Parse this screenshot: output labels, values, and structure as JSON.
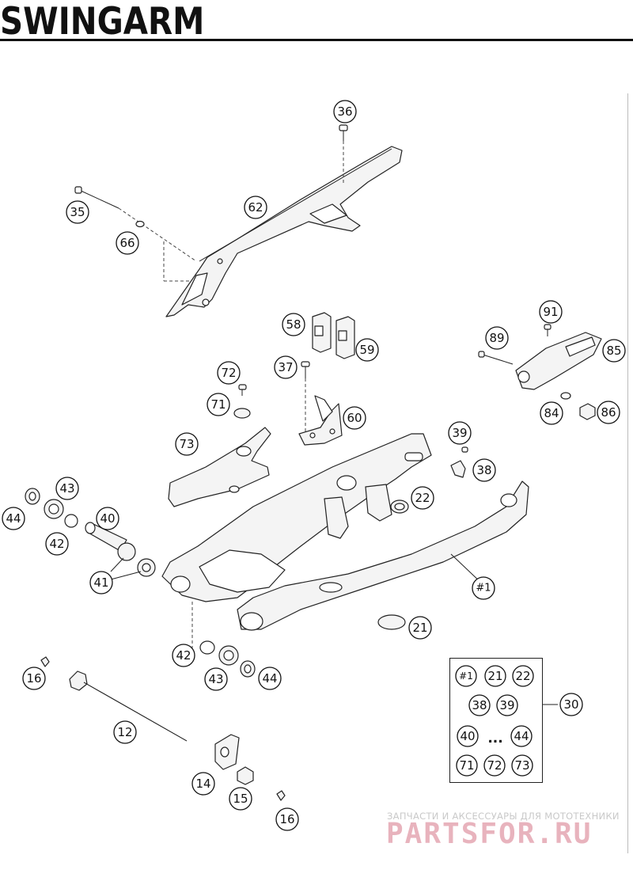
{
  "title": "SWINGARM",
  "callouts": [
    {
      "id": "36",
      "label": "36"
    },
    {
      "id": "62",
      "label": "62"
    },
    {
      "id": "35",
      "label": "35"
    },
    {
      "id": "66",
      "label": "66"
    },
    {
      "id": "58",
      "label": "58"
    },
    {
      "id": "59",
      "label": "59"
    },
    {
      "id": "91",
      "label": "91"
    },
    {
      "id": "89",
      "label": "89"
    },
    {
      "id": "85",
      "label": "85"
    },
    {
      "id": "72",
      "label": "72"
    },
    {
      "id": "37",
      "label": "37"
    },
    {
      "id": "71",
      "label": "71"
    },
    {
      "id": "60",
      "label": "60"
    },
    {
      "id": "84",
      "label": "84"
    },
    {
      "id": "86",
      "label": "86"
    },
    {
      "id": "73",
      "label": "73"
    },
    {
      "id": "39",
      "label": "39"
    },
    {
      "id": "38",
      "label": "38"
    },
    {
      "id": "43a",
      "label": "43"
    },
    {
      "id": "44a",
      "label": "44"
    },
    {
      "id": "40",
      "label": "40"
    },
    {
      "id": "22",
      "label": "22"
    },
    {
      "id": "42a",
      "label": "42"
    },
    {
      "id": "41",
      "label": "41"
    },
    {
      "id": "h1",
      "label": "#1"
    },
    {
      "id": "21",
      "label": "21"
    },
    {
      "id": "42b",
      "label": "42"
    },
    {
      "id": "16a",
      "label": "16"
    },
    {
      "id": "43b",
      "label": "43"
    },
    {
      "id": "44b",
      "label": "44"
    },
    {
      "id": "12",
      "label": "12"
    },
    {
      "id": "14",
      "label": "14"
    },
    {
      "id": "15",
      "label": "15"
    },
    {
      "id": "16b",
      "label": "16"
    },
    {
      "id": "30",
      "label": "30"
    }
  ],
  "kit": {
    "items": [
      "#1",
      "21",
      "22",
      "38",
      "39",
      "40",
      "44",
      "71",
      "72",
      "73"
    ],
    "ellipsis": "..."
  },
  "watermark": {
    "caption": "ЗАПЧАСТИ И АКСЕССУАРЫ ДЛЯ МОТОТЕХНИКИ",
    "logo": "PARTSFOR.RU"
  },
  "colors": {
    "line": "#222222",
    "watermark_logo": "#e8b3bd",
    "watermark_caption": "#c9c9c9"
  }
}
